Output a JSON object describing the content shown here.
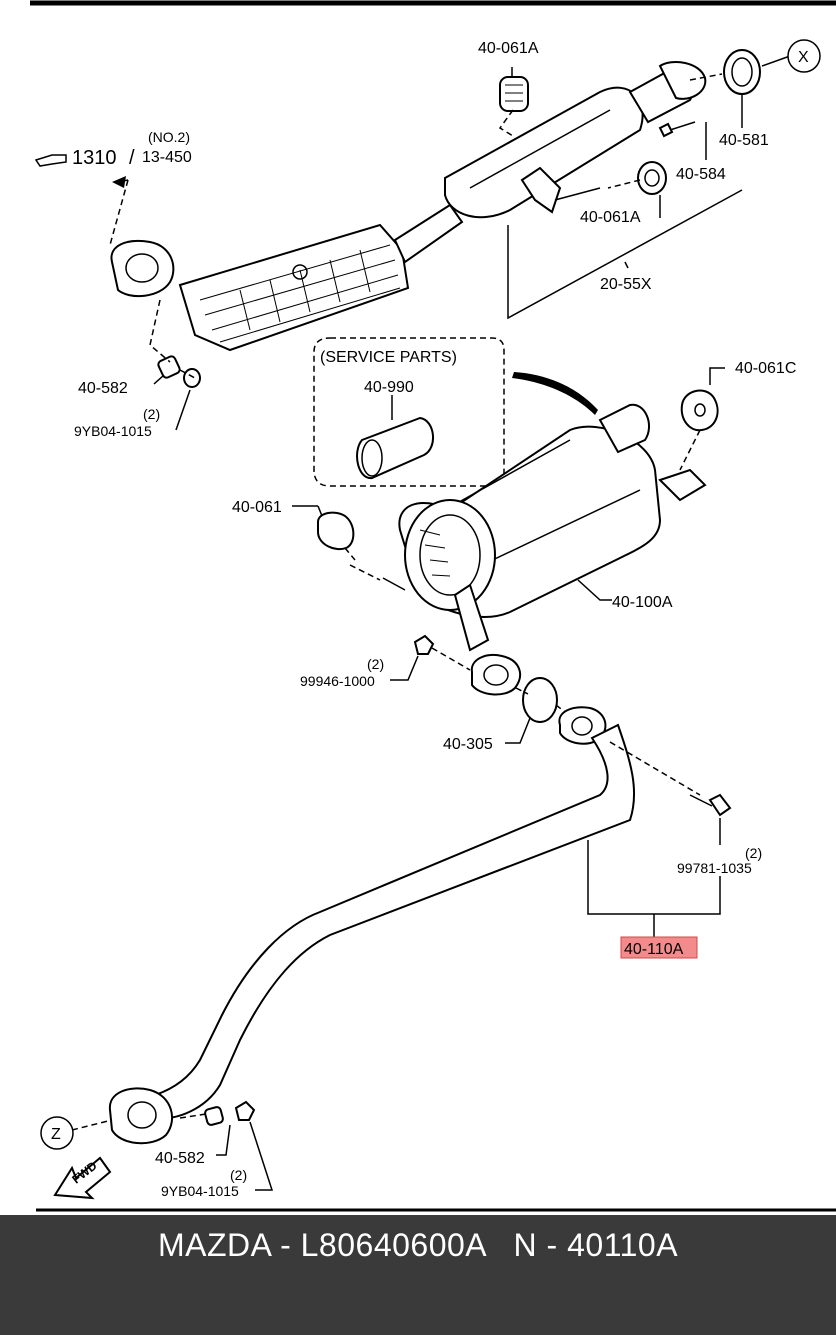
{
  "labels": {
    "p_40_061A_top": "40-061A",
    "p_x": "X",
    "p_40_581": "40-581",
    "p_40_584": "40-584",
    "p_40_061A_mid": "40-061A",
    "p_20_55X": "20-55X",
    "ref_no2": "(NO.2)",
    "ref_1310": "1310",
    "ref_13_450": "13-450",
    "p_40_582_top": "40-582",
    "qty_top": "(2)",
    "p_9YB04_top": "9YB04-1015",
    "service_parts": "(SERVICE PARTS)",
    "p_40_990": "40-990",
    "p_40_061C": "40-061C",
    "p_40_061": "40-061",
    "p_40_100A": "40-100A",
    "qty_nut": "(2)",
    "p_99946": "99946-1000",
    "p_40_305": "40-305",
    "qty_bolt": "(2)",
    "p_99781": "99781-1035",
    "p_40_110A": "40-110A",
    "p_z": "Z",
    "fwd": "FWD",
    "p_40_582_bot": "40-582",
    "qty_bot": "(2)",
    "p_9YB04_bot": "9YB04-1015"
  },
  "highlight_color": "#f28b8b",
  "footer": {
    "text": "MAZDA - L80640600A   N - 40110A"
  }
}
